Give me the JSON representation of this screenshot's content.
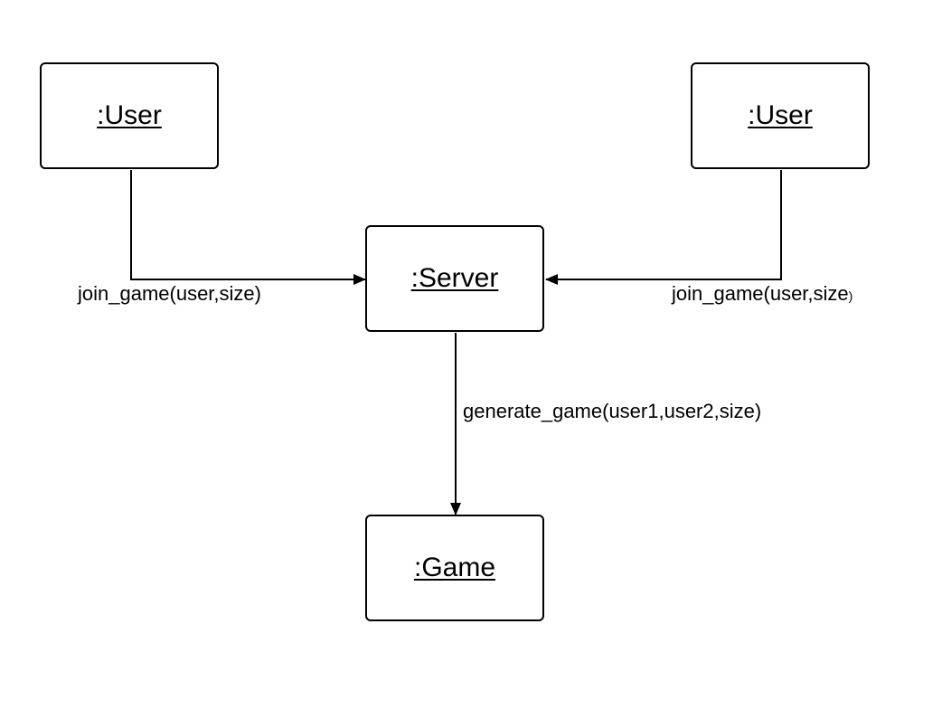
{
  "nodes": {
    "user_left": ":User",
    "user_right": ":User",
    "server": ":Server",
    "game": ":Game"
  },
  "messages": {
    "left_join": "join_game(user,size)",
    "right_join_text": "join_game(user,size",
    "right_join_paren": ")",
    "generate": "generate_game(user1,user2,size)"
  }
}
